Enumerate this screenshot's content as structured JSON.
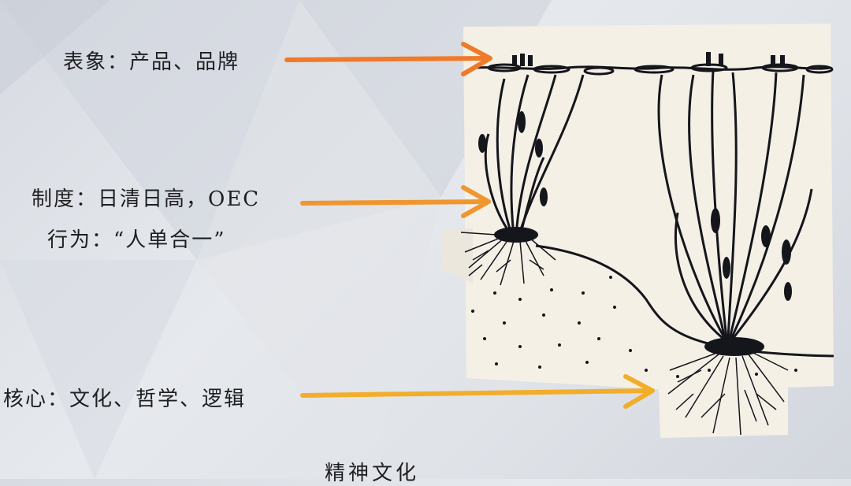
{
  "labels": {
    "surface": "表象：产品、品牌",
    "system": "制度：日清日高，OEC",
    "behavior": "行为：“人单合一”",
    "core": "核心：文化、哲学、逻辑"
  },
  "footer": "精神文化",
  "colors": {
    "arrow_top": "#ef7a2a",
    "arrow_mid": "#f0962e",
    "arrow_bottom": "#f2ad2a",
    "text": "#1f1f22",
    "paper": "#f4f0e6",
    "ink": "#15161c"
  }
}
